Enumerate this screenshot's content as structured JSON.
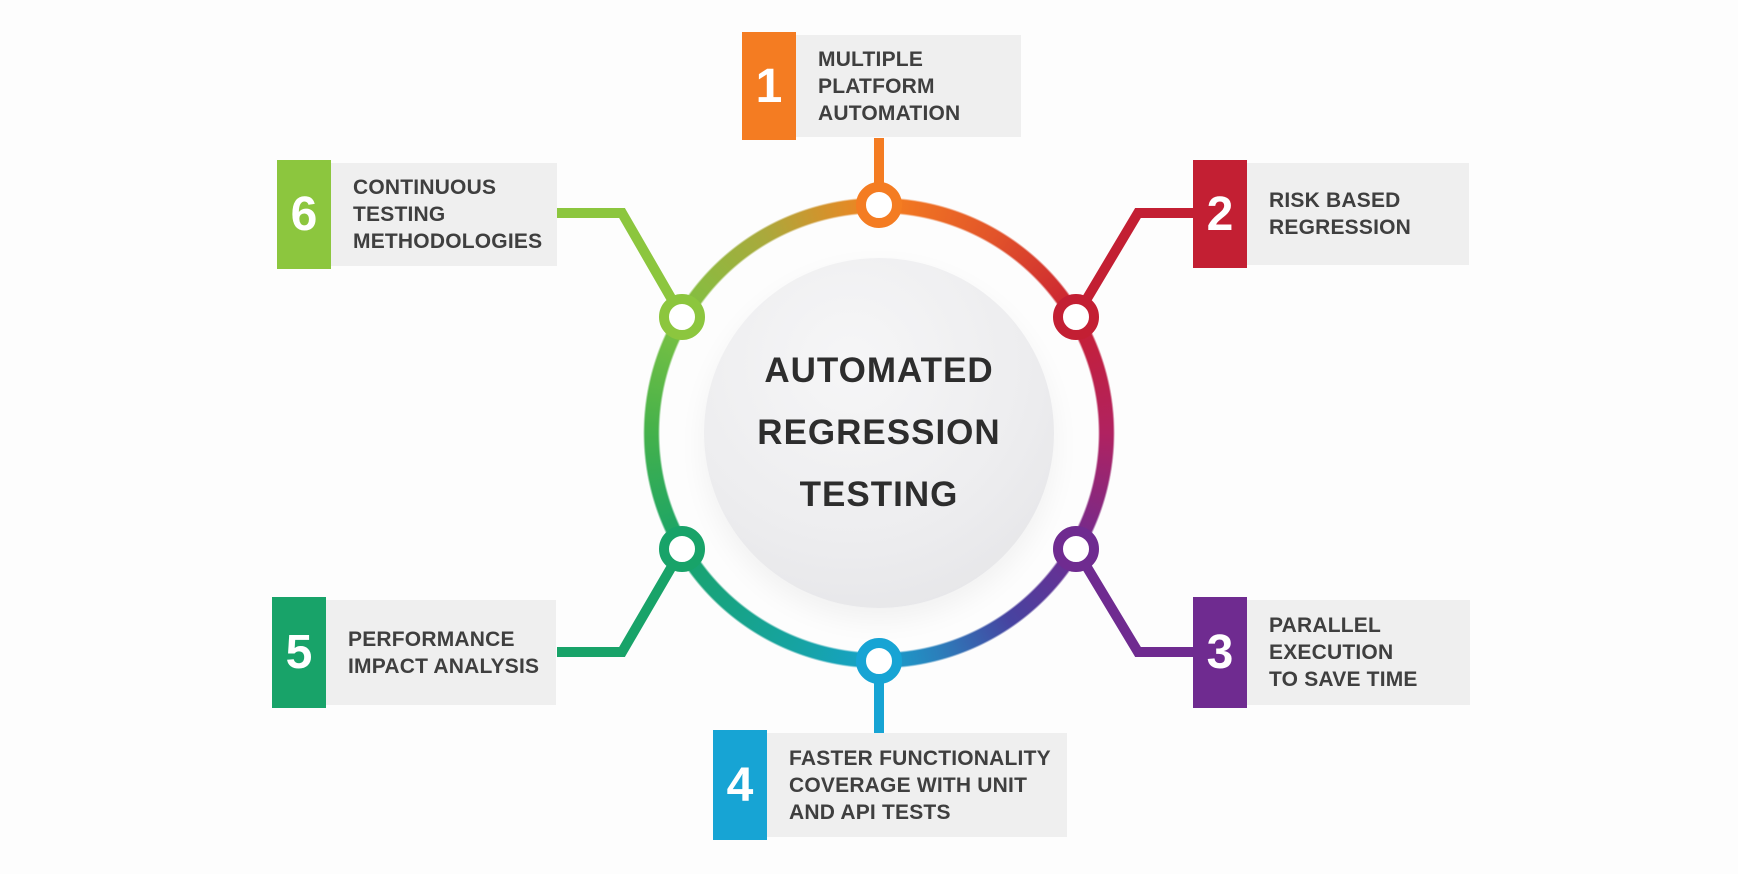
{
  "background": "#FDFDFD",
  "center": {
    "title": "AUTOMATED\nREGRESSION\nTESTING",
    "text_color": "#2D2D2D",
    "disc_color": "#EBEBED"
  },
  "label_box": {
    "bg": "#EFEFEF",
    "text_color": "#3F3F3F",
    "number_text_color": "#FFFFFF"
  },
  "items": [
    {
      "number": "1",
      "label": "MULTIPLE\nPLATFORM\nAUTOMATION",
      "color": "#F47C22",
      "position": "top"
    },
    {
      "number": "2",
      "label": "RISK BASED\nREGRESSION",
      "color": "#C31F33",
      "position": "upper-right"
    },
    {
      "number": "3",
      "label": "PARALLEL\nEXECUTION\nTO SAVE TIME",
      "color": "#6F2B90",
      "position": "lower-right"
    },
    {
      "number": "4",
      "label": "FASTER FUNCTIONALITY\nCOVERAGE WITH UNIT\nAND API TESTS",
      "color": "#17A4D4",
      "position": "bottom"
    },
    {
      "number": "5",
      "label": "PERFORMANCE\nIMPACT ANALYSIS",
      "color": "#18A369",
      "position": "lower-left"
    },
    {
      "number": "6",
      "label": "CONTINUOUS\nTESTING\nMETHODOLOGIES",
      "color": "#8CC63E",
      "position": "upper-left"
    }
  ],
  "ring": {
    "gradient": [
      {
        "angle": 0,
        "color": "#F5801F"
      },
      {
        "angle": 30,
        "color": "#E2542A"
      },
      {
        "angle": 60,
        "color": "#C81F33"
      },
      {
        "angle": 90,
        "color": "#B02260"
      },
      {
        "angle": 120,
        "color": "#6F2B90"
      },
      {
        "angle": 145,
        "color": "#4743A0"
      },
      {
        "angle": 165,
        "color": "#2B7FBB"
      },
      {
        "angle": 180,
        "color": "#17A2CC"
      },
      {
        "angle": 200,
        "color": "#16A3A4"
      },
      {
        "angle": 240,
        "color": "#18A369"
      },
      {
        "angle": 270,
        "color": "#44B14B"
      },
      {
        "angle": 300,
        "color": "#7DC242"
      },
      {
        "angle": 330,
        "color": "#AAA93C"
      },
      {
        "angle": 360,
        "color": "#F5801F"
      }
    ]
  }
}
